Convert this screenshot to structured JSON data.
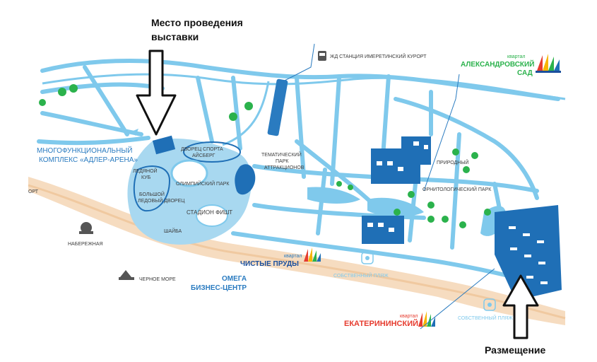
{
  "annotations": {
    "venue_line1": "Место проведения",
    "venue_line2": "выставки",
    "accommodation": "Размещение"
  },
  "map_labels": {
    "station": "ЖД СТАНЦИЯ ИМЕРЕТИНСКИЙ КУРОРТ",
    "alexandrovsky_top": "квартал",
    "alexandrovsky_line1": "АЛЕКСАНДРОВСКИЙ",
    "alexandrovsky_line2": "САД",
    "complex_line1": "МНОГОФУНКЦИОНАЛЬНЫЙ",
    "complex_line2": "КОМПЛЕКС «АДЛЕР-АРЕНА»",
    "sports_palace_line1": "ДВОРЕЦ СПОРТА",
    "sports_palace_line2": "АЙСБЕРГ",
    "ice_cube_line1": "ЛЕДЯНОЙ",
    "ice_cube_line2": "КУБ",
    "big_ice_line1": "БОЛЬШОЙ",
    "big_ice_line2": "ЛЕДОВЫЙ ДВОРЕЦ",
    "olympic_park": "ОЛИМПИЙСКИЙ ПАРК",
    "fisht": "СТАДИОН ФИШТ",
    "shaiba": "ШАЙБА",
    "theme_park_line1": "ТЕМАТИЧЕСКИЙ",
    "theme_park_line2": "ПАРК",
    "theme_park_line3": "АТТРАКЦИОНОВ",
    "ornith_line1": "ПРИРОДНЫЙ",
    "ornith_line2": "ОРНИТОЛОГИЧЕСКИЙ ПАРК",
    "embankment": "НАБЕРЕЖНАЯ",
    "black_sea": "ЧЕРНОЕ МОРЕ",
    "port": "ОРТ",
    "chistye_top": "квартал",
    "chistye": "ЧИСТЫЕ ПРУДЫ",
    "omega_line1": "ОМЕГА",
    "omega_line2": "БИЗНЕС-ЦЕНТР",
    "beach_1": "СОБСТВЕННЫЙ ПЛЯЖ",
    "beach_2": "СОБСТВЕННЫЙ ПЛЯЖ",
    "ekaterin_top": "квартал",
    "ekaterin": "ЕКАТЕРИНИНСКИЙ"
  },
  "colors": {
    "road": "#7fc9ec",
    "area": "#a8d8f0",
    "dark_blue": "#1f6fb6",
    "navy": "#1b4f9c",
    "green": "#2bb24c",
    "label": "#3c3c3c",
    "sand": "#f6dcc0"
  }
}
